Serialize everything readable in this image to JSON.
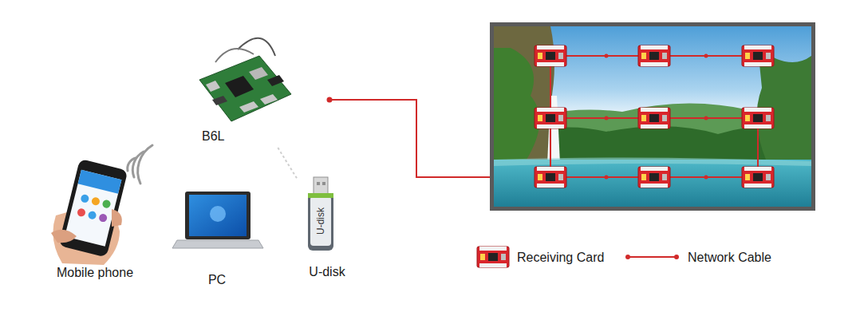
{
  "diagram": {
    "nodes": [
      {
        "text": [
          "B6L"
        ]
      },
      {
        "text": [
          "Mobile phone"
        ]
      },
      {
        "text": [
          "PC"
        ]
      },
      {
        "text": [
          "U-disk",
          "U-disk"
        ]
      }
    ],
    "edges": [
      {
        "from": 3,
        "to": 0,
        "arrow": "none"
      }
    ],
    "legend": [
      {
        "text": "Receiving Card"
      },
      {
        "text": "Network Cable"
      }
    ]
  }
}
